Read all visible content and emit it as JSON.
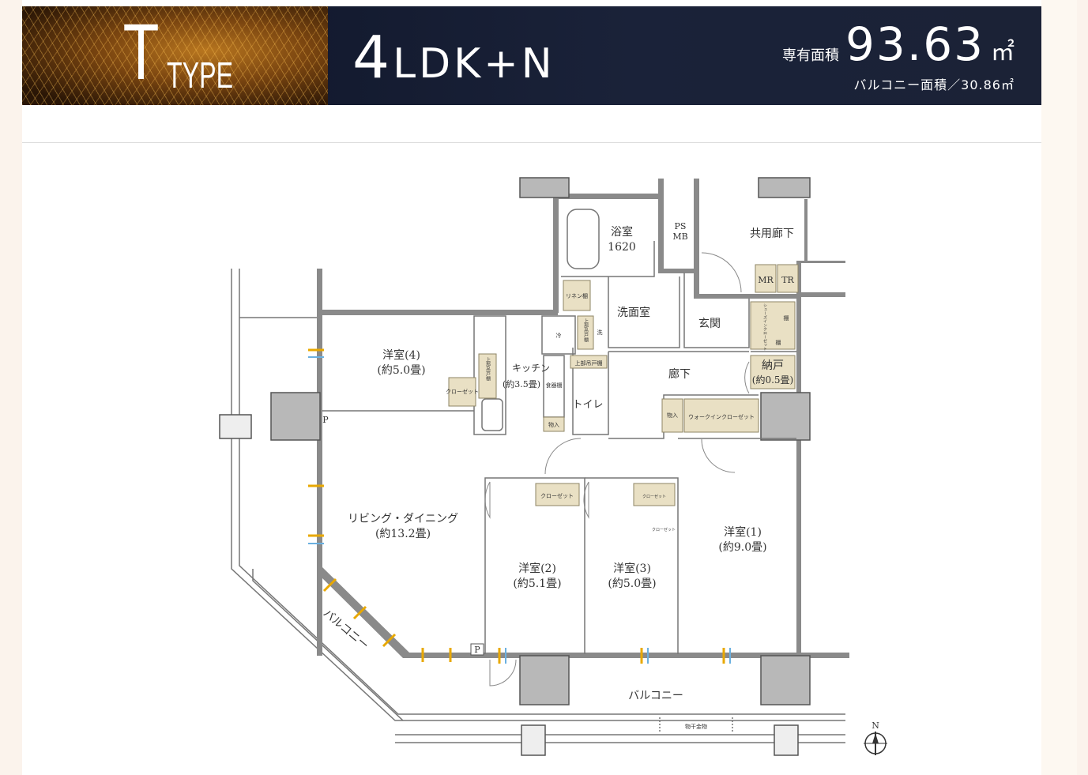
{
  "header": {
    "type_letter": "T",
    "type_word": "TYPE",
    "plan_main": "4",
    "plan_sub": "LDK+N",
    "exclusive_area_label": "専有面積",
    "exclusive_area_value": "93.63",
    "exclusive_area_unit": "㎡",
    "balcony_area": "バルコニー面積／30.86㎡"
  },
  "rooms": {
    "bath": "浴室",
    "bath_size": "1620",
    "ps": "PS",
    "mb": "MB",
    "common_corridor": "共用廊下",
    "mr": "MR",
    "tr": "TR",
    "linen": "リネン棚",
    "washroom": "洗面室",
    "entrance": "玄関",
    "shoes_closet": "シューズインクローゼット",
    "shelf": "棚",
    "storeroom": "納戸",
    "storeroom_size": "(約0.5畳)",
    "hallway": "廊下",
    "room4": "洋室(4)",
    "room4_size": "(約5.0畳)",
    "closet": "クローゼット",
    "upper_cabinet": "上部吊戸棚",
    "kitchen": "キッチン",
    "kitchen_size": "(約3.5畳)",
    "cupboard": "食器棚",
    "fridge": "冷",
    "washer": "洗",
    "toilet": "トイレ",
    "storage": "物入",
    "walkin": "ウォークインクローゼット",
    "living": "リビング・ダイニング",
    "living_size": "(約13.2畳)",
    "p": "P",
    "room2": "洋室(2)",
    "room2_size": "(約5.1畳)",
    "room3": "洋室(3)",
    "room3_size": "(約5.0畳)",
    "room1": "洋室(1)",
    "room1_size": "(約9.0畳)",
    "balcony": "バルコニー",
    "drying_rack": "物干金物",
    "north": "N"
  }
}
